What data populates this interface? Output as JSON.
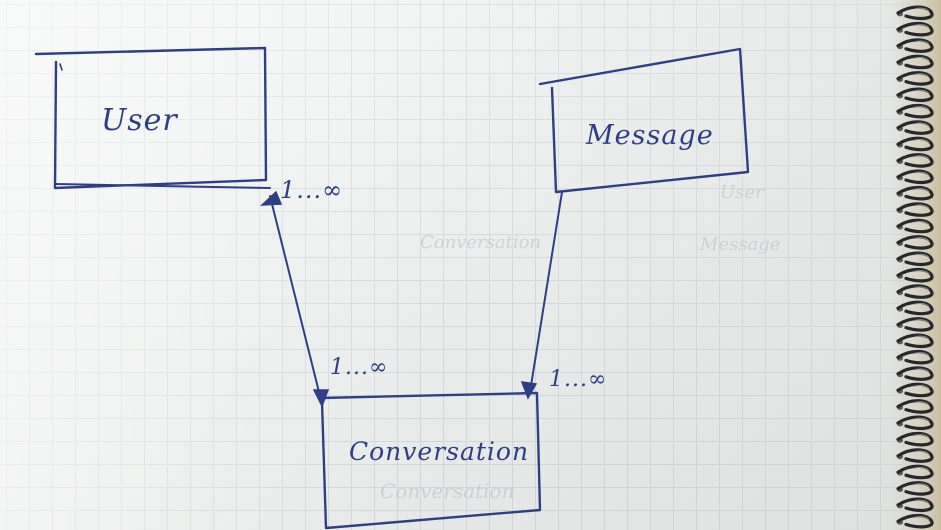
{
  "diagram": {
    "entities": [
      {
        "id": "user",
        "label": "User"
      },
      {
        "id": "message",
        "label": "Message"
      },
      {
        "id": "conversation",
        "label": "Conversation"
      }
    ],
    "relations": [
      {
        "from": "user",
        "to": "conversation",
        "from_multiplicity": "1...∞",
        "to_multiplicity": "1...∞"
      },
      {
        "from": "message",
        "to": "conversation",
        "to_multiplicity": "1...∞"
      }
    ],
    "ink_color": "#2f3f86"
  }
}
